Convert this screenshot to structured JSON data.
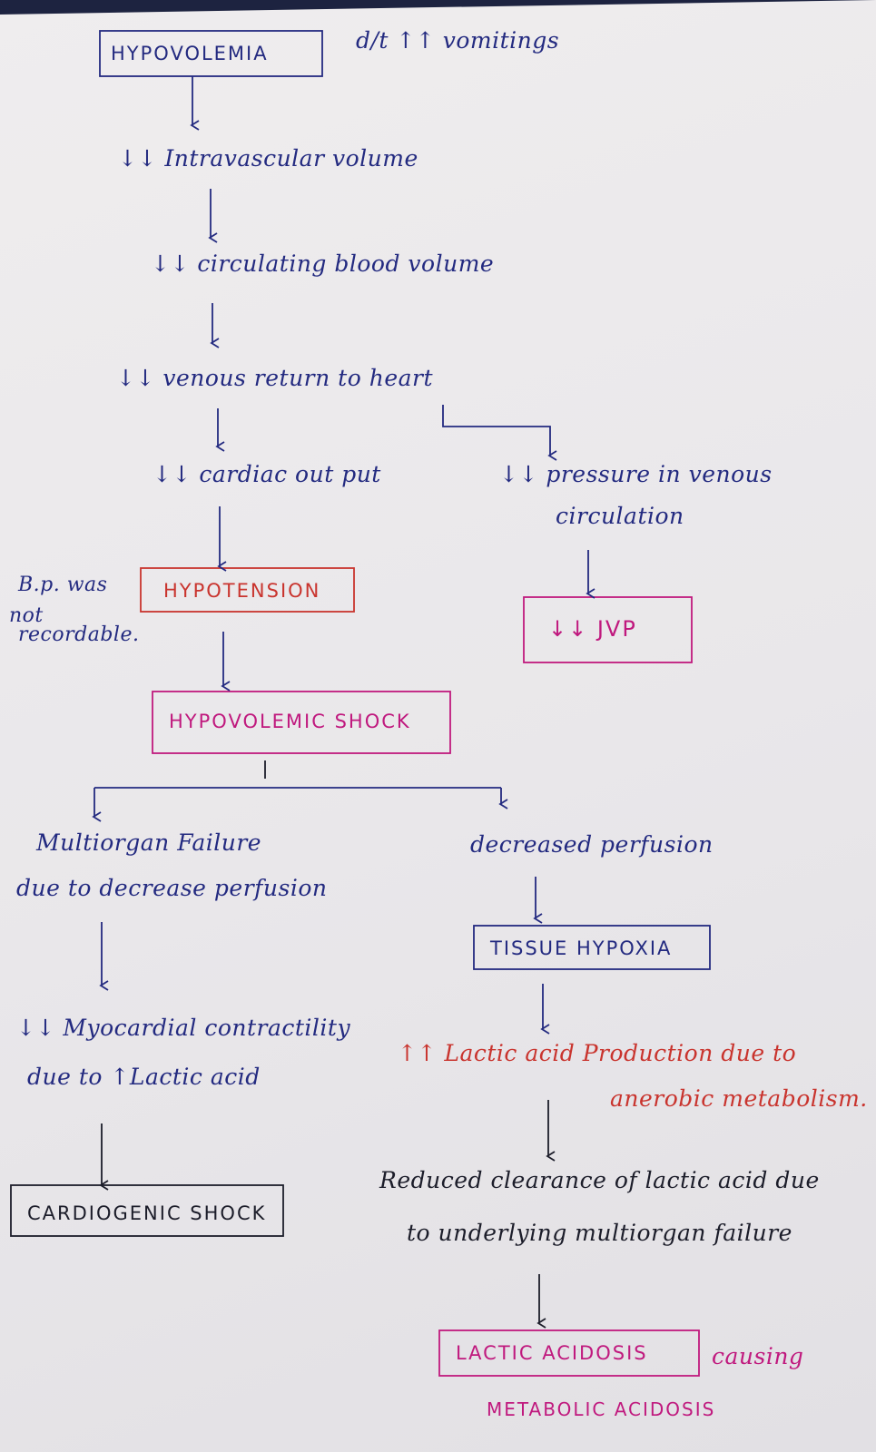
{
  "nodes": {
    "hypovolemia": "HYPOVOLEMIA",
    "cause": "d/t ↑↑ vomitings",
    "intravascular": "↓↓ Intravascular volume",
    "circulating": "↓↓ circulating blood volume",
    "venous_return": "↓↓ venous return to heart",
    "cardiac_output": "↓↓ cardiac out put",
    "venous_pressure_1": "↓↓ pressure in venous",
    "venous_pressure_2": "circulation",
    "bp_note_1": "B.p. was",
    "bp_note_2": "not",
    "bp_note_3": "recordable.",
    "hypotension": "HYPOTENSION",
    "jvp": "↓↓ JVP",
    "hypovolemic_shock": "HYPOVOLEMIC SHOCK",
    "multiorgan_1": "Multiorgan Failure",
    "multiorgan_2": "due to decrease perfusion",
    "decreased_perfusion": "decreased perfusion",
    "tissue_hypoxia": "TISSUE HYPOXIA",
    "myocardial_1": "↓↓ Myocardial contractility",
    "myocardial_2": "due to ↑Lactic acid",
    "lactic_prod_1": "↑↑ Lactic acid Production due to",
    "lactic_prod_2": "anerobic metabolism.",
    "cardiogenic_shock": "CARDIOGENIC SHOCK",
    "clearance_1": "Reduced clearance of lactic acid due",
    "clearance_2": "to underlying multiorgan failure",
    "lactic_acidosis": "LACTIC ACIDOSIS",
    "causing": "causing",
    "metabolic_acidosis": "METABOLIC ACIDOSIS"
  },
  "colors": {
    "navy": "#232a80",
    "red": "#c9342e",
    "magenta": "#c0197e",
    "black": "#1c1d2a",
    "paper": "#ebe9ec"
  }
}
